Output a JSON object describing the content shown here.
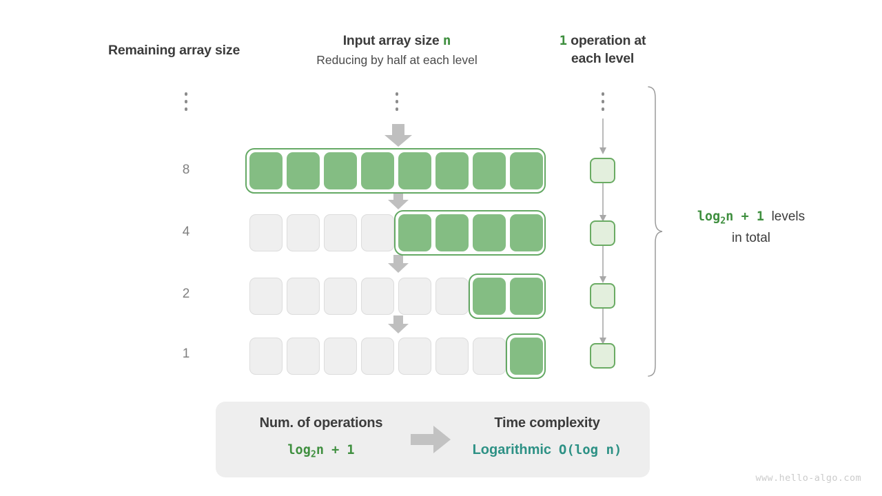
{
  "headers": {
    "left": "Remaining array size",
    "middle_title_prefix": "Input array size ",
    "middle_title_var": "n",
    "middle_subtitle": "Reducing by half at each level",
    "right_num": "1",
    "right_line1_rest": " operation at",
    "right_line2": "each level"
  },
  "colors": {
    "green_fill": "#84bd83",
    "green_border": "#64a964",
    "green_text": "#3f8f3f",
    "light_green_fill": "#e3efdd",
    "light_green_border": "#6aab63",
    "gray_cell": "#efefef",
    "gray_cell_border": "#dcdcdc",
    "arrow_gray": "#bfbfbf",
    "teal": "#2d9185",
    "panel_gray": "#eeeeee",
    "text_dark": "#3c3c3c",
    "label_gray": "#808080"
  },
  "rows": [
    {
      "label": "8",
      "total_cells": 8,
      "green_cells": 8,
      "green_start_index": 0
    },
    {
      "label": "4",
      "total_cells": 8,
      "green_cells": 4,
      "green_start_index": 4
    },
    {
      "label": "2",
      "total_cells": 8,
      "green_cells": 2,
      "green_start_index": 6
    },
    {
      "label": "1",
      "total_cells": 8,
      "green_cells": 1,
      "green_start_index": 7
    }
  ],
  "operations": {
    "boxes_count": 4,
    "box_label": "",
    "ellipsis_dots": 3
  },
  "brace_note": {
    "formula_pre": "log",
    "formula_sub": "2",
    "formula_post": "n + 1",
    "line1_rest": "levels",
    "line2": "in total"
  },
  "summary": {
    "left_title": "Num. of operations",
    "left_formula_pre": "log",
    "left_formula_sub": "2",
    "left_formula_post": "n + 1",
    "arrow": "right-arrow-icon",
    "right_title": "Time complexity",
    "right_value_word": "Logarithmic",
    "right_value_notation": "O(log n)"
  },
  "watermark": "www.hello-algo.com"
}
